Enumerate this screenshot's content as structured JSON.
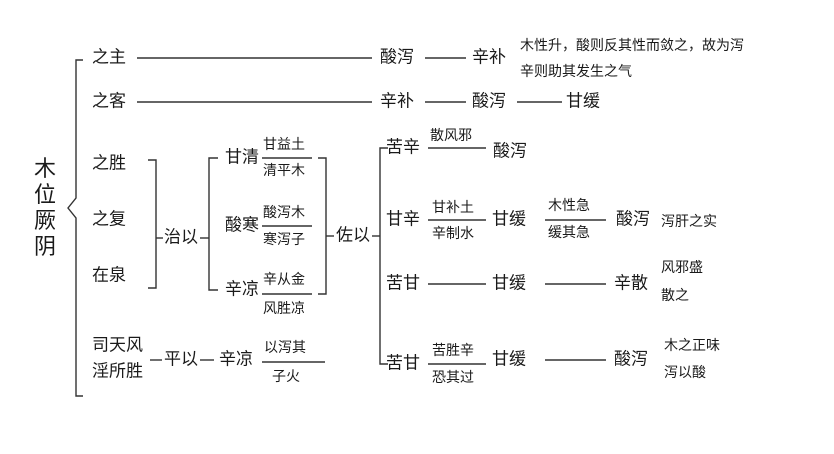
{
  "root": [
    "木",
    "位",
    "厥",
    "阴"
  ],
  "row1": {
    "label": "之主",
    "a": "酸泻",
    "b": "辛补",
    "note1": "木性升，酸则反其性而敛之，故为泻",
    "note2": "辛则助其发生之气"
  },
  "row2": {
    "label": "之客",
    "a": "辛补",
    "b": "酸泻",
    "c": "甘缓"
  },
  "sheng": {
    "a": "之胜",
    "b": "之复",
    "c": "在泉"
  },
  "zhi": "治以",
  "gan_qing": {
    "label": "甘清",
    "top": "甘益土",
    "bot": "清平木"
  },
  "suan_han": {
    "label": "酸寒",
    "top": "酸泻木",
    "bot": "寒泻子"
  },
  "xin_liang": {
    "label": "辛凉",
    "top": "辛从金",
    "bot": "风胜凉"
  },
  "zuo": "佐以",
  "ku_xin": {
    "label": "苦辛",
    "top": "散风邪",
    "right": "酸泻"
  },
  "gan_xin": {
    "label": "甘辛",
    "top": "甘补土",
    "bot": "辛制水",
    "b": "甘缓",
    "mtop": "木性急",
    "mbot": "缓其急",
    "c": "酸泻",
    "note": "泻肝之实"
  },
  "ku_gan1": {
    "label": "苦甘",
    "b": "甘缓",
    "c": "辛散",
    "note1": "风邪盛",
    "note2": "散之"
  },
  "ku_gan2": {
    "label": "苦甘",
    "top": "苦胜辛",
    "bot": "恐其过",
    "b": "甘缓",
    "c": "酸泻",
    "note1": "木之正味",
    "note2": "泻以酸"
  },
  "sitian": {
    "line1": "司天风",
    "line2": "淫所胜",
    "ping": "平以",
    "xin": "辛凉",
    "top": "以泻其",
    "bot": "子火"
  }
}
